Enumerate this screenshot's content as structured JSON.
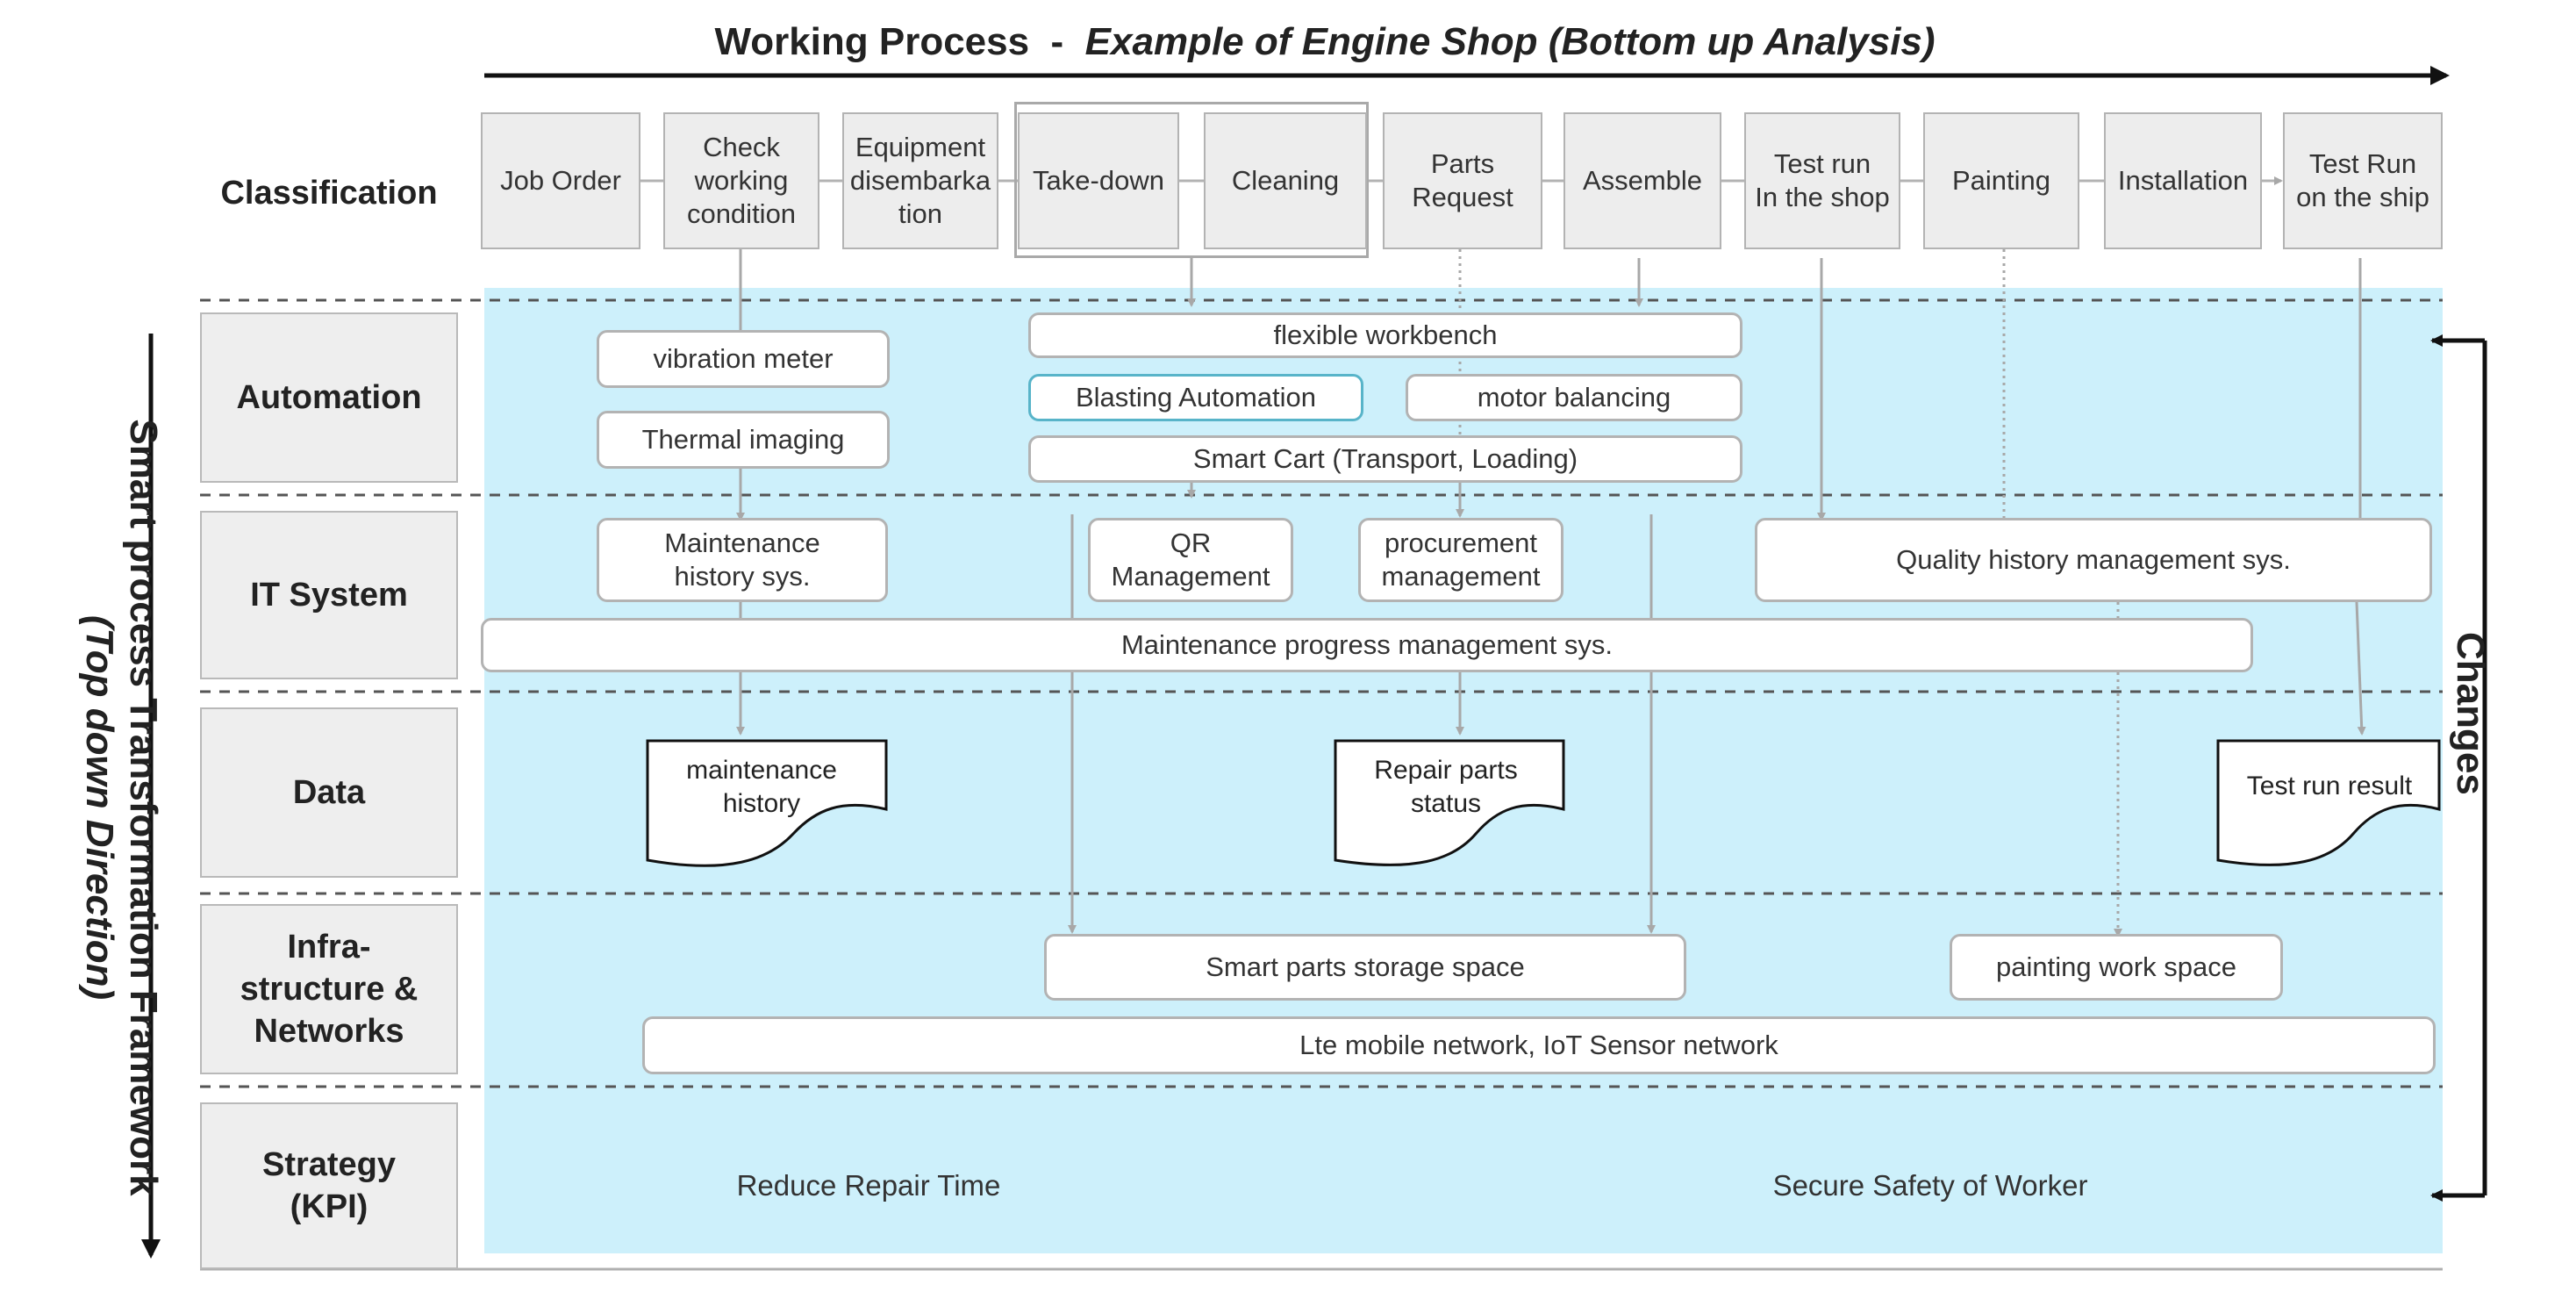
{
  "title": {
    "main": "Working Process",
    "dash": "-",
    "sub": "Example of Engine Shop (Bottom up Analysis)"
  },
  "side_left": {
    "line1": "Smart process Transformation Framework",
    "line2": "(Top down Direction)"
  },
  "side_right": "Changes",
  "rows": {
    "classification": "Classification",
    "automation": "Automation",
    "it_system": "IT System",
    "data": "Data",
    "infra": [
      "Infra-",
      "structure &",
      "Networks"
    ],
    "strategy": [
      "Strategy",
      "(KPI)"
    ]
  },
  "process_steps": [
    [
      "Job Order"
    ],
    [
      "Check",
      "working",
      "condition"
    ],
    [
      "Equipment",
      "disembarka",
      "tion"
    ],
    [
      "Take-down"
    ],
    [
      "Cleaning"
    ],
    [
      "Parts",
      "Request"
    ],
    [
      "Assemble"
    ],
    [
      "Test run",
      "In the shop"
    ],
    [
      "Painting"
    ],
    [
      "Installation"
    ],
    [
      "Test Run",
      "on the ship"
    ]
  ],
  "automation": {
    "vibration": "vibration meter",
    "thermal": "Thermal imaging",
    "workbench": "flexible workbench",
    "blasting": "Blasting Automation",
    "motor": "motor balancing",
    "cart": "Smart Cart (Transport, Loading)"
  },
  "it_system": {
    "maint_history": [
      "Maintenance",
      "history sys."
    ],
    "qr": [
      "QR",
      "Management"
    ],
    "procurement": [
      "procurement",
      "management"
    ],
    "quality": "Quality history management sys.",
    "progress": "Maintenance progress management sys."
  },
  "data_docs": {
    "maint_history": [
      "maintenance",
      "history"
    ],
    "repair_parts": [
      "Repair parts",
      "status"
    ],
    "test_result": [
      "Test run result"
    ]
  },
  "infra": {
    "storage": "Smart parts storage space",
    "painting": "painting work space",
    "network": "Lte mobile network, IoT Sensor network"
  },
  "kpi": {
    "left": "Reduce Repair Time",
    "right": "Secure Safety of Worker"
  },
  "colors": {
    "band": "#cdf0fb",
    "label_bg": "#eeeeee",
    "box_border": "#b3b3b3",
    "teal_border": "#58b4c9",
    "arrow": "#a8a8a8"
  }
}
